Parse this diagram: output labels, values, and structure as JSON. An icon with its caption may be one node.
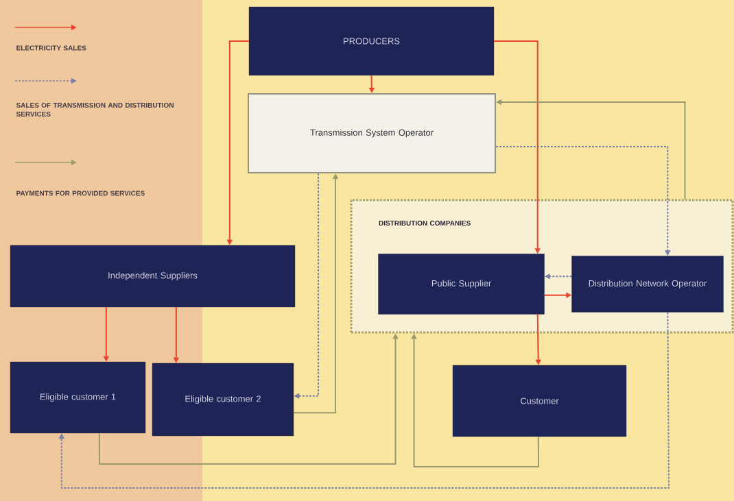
{
  "diagram": {
    "nodes": [
      {
        "text": [
          "PRODUCERS"
        ]
      },
      {
        "text": [
          "Transmission System Operator"
        ]
      },
      {
        "text": [
          "DISTRIBUTION COMPANIES"
        ]
      },
      {
        "text": [
          "Public Supplier"
        ],
        "in": 2
      },
      {
        "text": [
          "Distribution Network Operator"
        ],
        "in": 2
      },
      {
        "text": [
          "Independent Suppliers"
        ]
      },
      {
        "text": [
          "Eligible customer 1"
        ]
      },
      {
        "text": [
          "Eligible customer 2"
        ]
      },
      {
        "text": [
          "Customer"
        ]
      }
    ],
    "edges": [
      {
        "from": 0,
        "to": 1,
        "arrow": "to",
        "color": "#e8452c"
      },
      {
        "from": 0,
        "to": 5,
        "arrow": "to",
        "color": "#e8452c"
      },
      {
        "from": 0,
        "to": 3,
        "arrow": "to",
        "color": "#e8452c"
      },
      {
        "from": 5,
        "to": 6,
        "arrow": "to",
        "color": "#e8452c"
      },
      {
        "from": 5,
        "to": 7,
        "arrow": "to",
        "color": "#e8452c"
      },
      {
        "from": 3,
        "to": 8,
        "arrow": "to",
        "color": "#e8452c"
      },
      {
        "from": 3,
        "to": 4,
        "arrow": "to",
        "color": "#e8452c"
      },
      {
        "from": 4,
        "to": 3,
        "arrow": "to",
        "style": "dashed",
        "color": "#7b7fa6"
      },
      {
        "from": 1,
        "to": 4,
        "arrow": "to",
        "style": "dashed",
        "color": "#7b7fa6"
      },
      {
        "from": 1,
        "to": 7,
        "arrow": "to",
        "style": "dashed",
        "color": "#7b7fa6"
      },
      {
        "from": 7,
        "to": 1,
        "arrow": "to"
      },
      {
        "from": 2,
        "to": 1,
        "arrow": "to"
      },
      {
        "from": 6,
        "to": 2,
        "arrow": "to"
      },
      {
        "from": 8,
        "to": 2,
        "arrow": "to"
      },
      {
        "from": 4,
        "to": 6,
        "arrow": "to",
        "style": "dashed",
        "color": "#7b7fa6"
      }
    ],
    "legend": [
      {
        "text": "ELECTRICITY SALES"
      },
      {
        "text": "SALES OF TRANSMISSION AND DISTRIBUTION SERVICES"
      },
      {
        "text": "PAYMENTS FOR PROVIDED SERVICES"
      }
    ]
  }
}
